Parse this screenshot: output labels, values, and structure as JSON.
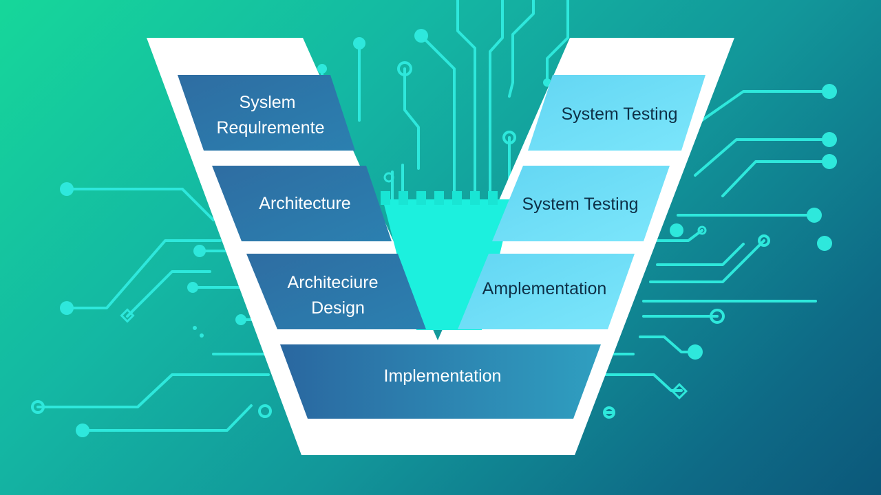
{
  "colors": {
    "trace": "#2ee8dc",
    "left_stage": "#2a6fa0",
    "right_stage": "#66dcf4",
    "frame": "#ffffff",
    "core": "#1cf0de"
  },
  "diagram": {
    "left_stages": [
      {
        "lines": [
          "Syslem",
          "Requlremente"
        ]
      },
      {
        "lines": [
          "Architecture"
        ]
      },
      {
        "lines": [
          "Architeciure",
          "Design"
        ]
      }
    ],
    "right_stages": [
      {
        "lines": [
          "System Testing"
        ]
      },
      {
        "lines": [
          "System Testing"
        ]
      },
      {
        "lines": [
          "Amplementation"
        ]
      }
    ],
    "bottom_stage": {
      "lines": [
        "Implementation"
      ]
    }
  }
}
